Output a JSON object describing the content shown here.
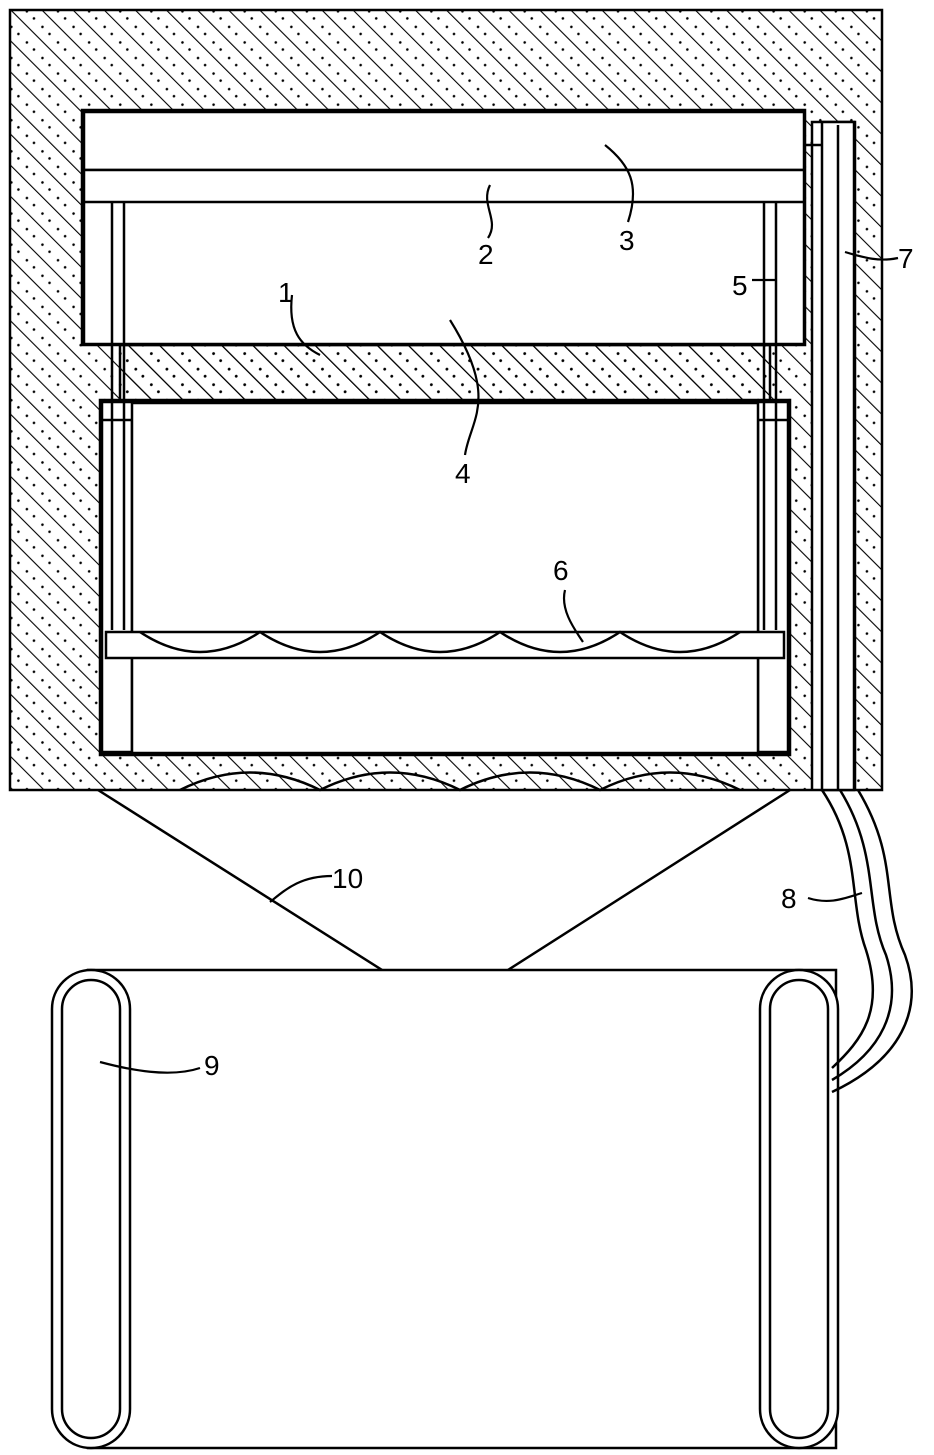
{
  "diagram": {
    "kind": "patent mechanical cross-section",
    "colors": {
      "line": "#000000",
      "background": "#ffffff",
      "hatch": "#000000"
    },
    "labels": [
      {
        "id": "1",
        "text": "1"
      },
      {
        "id": "2",
        "text": "2"
      },
      {
        "id": "3",
        "text": "3"
      },
      {
        "id": "4",
        "text": "4"
      },
      {
        "id": "5",
        "text": "5"
      },
      {
        "id": "6",
        "text": "6"
      },
      {
        "id": "7",
        "text": "7"
      },
      {
        "id": "8",
        "text": "8"
      },
      {
        "id": "9",
        "text": "9"
      },
      {
        "id": "10",
        "text": "10"
      }
    ]
  }
}
